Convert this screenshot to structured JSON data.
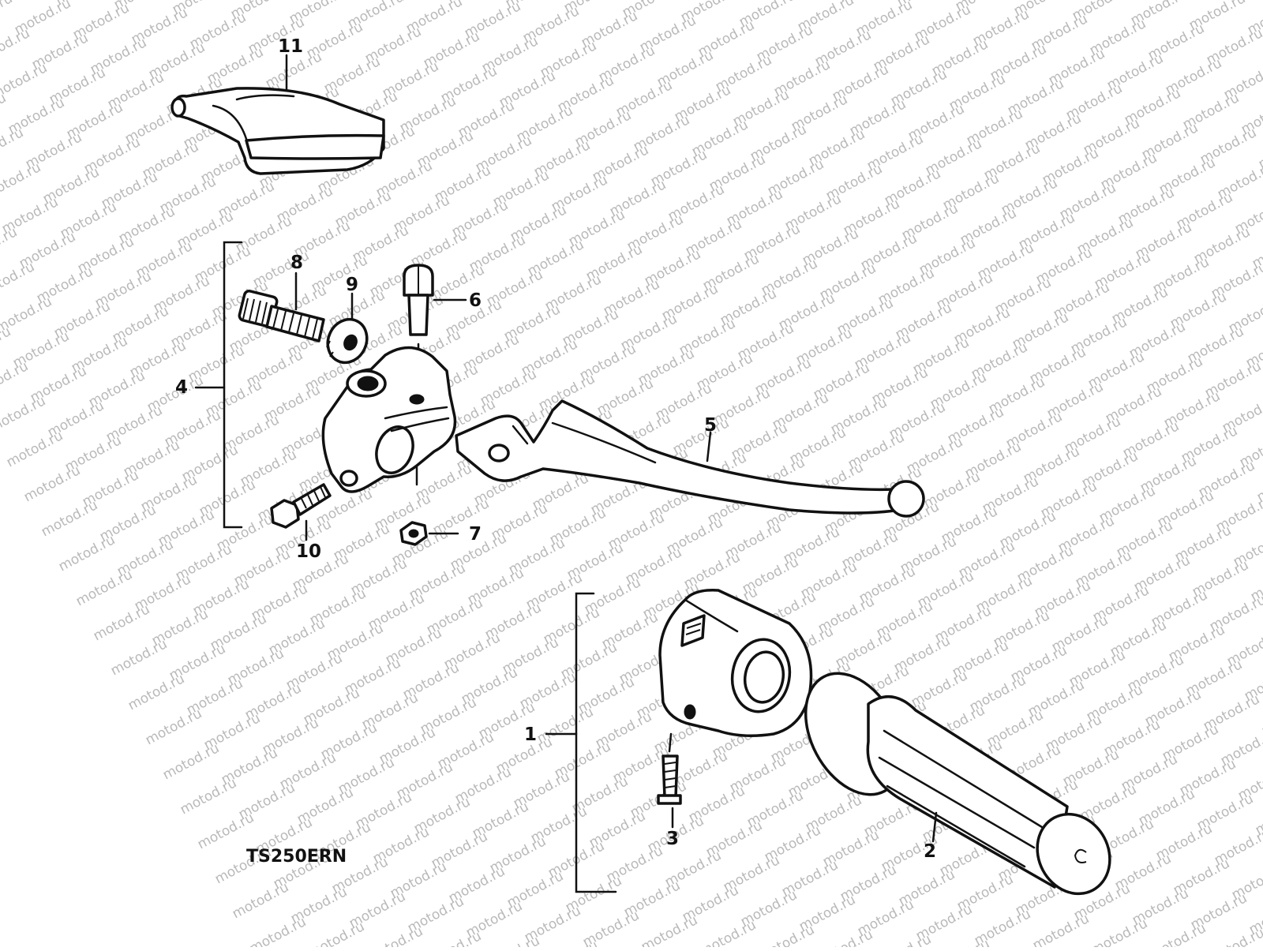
{
  "watermark": {
    "text": "motod.ru",
    "color": "#b9b9b9"
  },
  "model_code": "TS250ERN",
  "callouts": {
    "p1": "1",
    "p2": "2",
    "p3": "3",
    "p4": "4",
    "p5": "5",
    "p6": "6",
    "p7": "7",
    "p8": "8",
    "p9": "9",
    "p10": "10",
    "p11": "11"
  },
  "parts_depicted": [
    "lever-cover-icon",
    "lever-holder-icon",
    "brake-lever-icon",
    "pivot-bolt-icon",
    "adjuster-bolt-icon",
    "lock-nut-icon",
    "clamp-bolt-icon",
    "nut-icon",
    "throttle-housing-icon",
    "grip-icon",
    "screw-icon"
  ]
}
